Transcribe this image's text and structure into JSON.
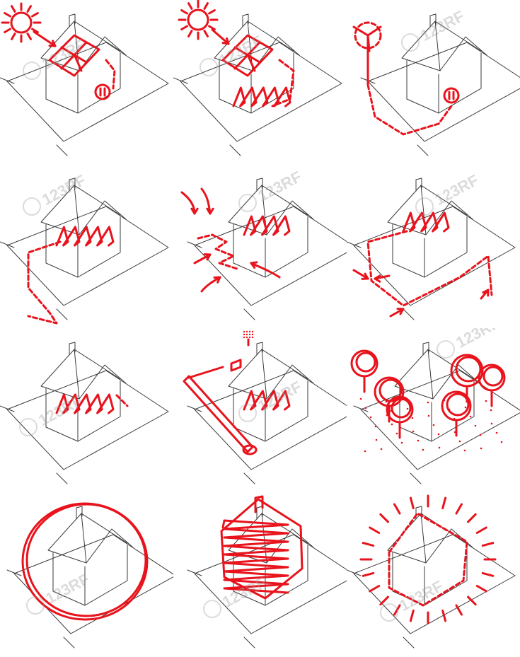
{
  "colors": {
    "ink": "#3a3a3a",
    "accent": "#e8131c",
    "background": "#ffffff",
    "watermark": "#9a9a9a"
  },
  "watermark": {
    "text": "123RF"
  },
  "panels": [
    {
      "id": "solar-panels-roof",
      "icons": [
        "sun-icon",
        "solar-panel-icon",
        "heat-pump-icon"
      ]
    },
    {
      "id": "solar-thermal-floor",
      "icons": [
        "sun-icon",
        "solar-panel-icon",
        "floor-heating-icon"
      ]
    },
    {
      "id": "wind-turbine",
      "icons": [
        "wind-turbine-icon",
        "heat-pump-icon"
      ]
    },
    {
      "id": "geothermal-vertical",
      "icons": [
        "floor-heating-icon",
        "ground-loop-icon"
      ]
    },
    {
      "id": "ground-collector",
      "icons": [
        "floor-heating-icon",
        "ground-collector-icon",
        "arrow-icon"
      ]
    },
    {
      "id": "air-source-heat-pump",
      "icons": [
        "floor-heating-icon",
        "air-intake-icon"
      ]
    },
    {
      "id": "floor-heating",
      "icons": [
        "floor-heating-icon"
      ]
    },
    {
      "id": "biomass-pipe",
      "icons": [
        "floor-heating-icon",
        "pipe-icon",
        "chimney-smoke-icon"
      ]
    },
    {
      "id": "trees-shelter",
      "icons": [
        "tree-icon"
      ]
    },
    {
      "id": "circle-highlight",
      "icons": [
        "circle-icon"
      ]
    },
    {
      "id": "insulated-house",
      "icons": [
        "scribble-house-icon"
      ]
    },
    {
      "id": "radiating-house",
      "icons": [
        "radiance-icon"
      ]
    }
  ]
}
